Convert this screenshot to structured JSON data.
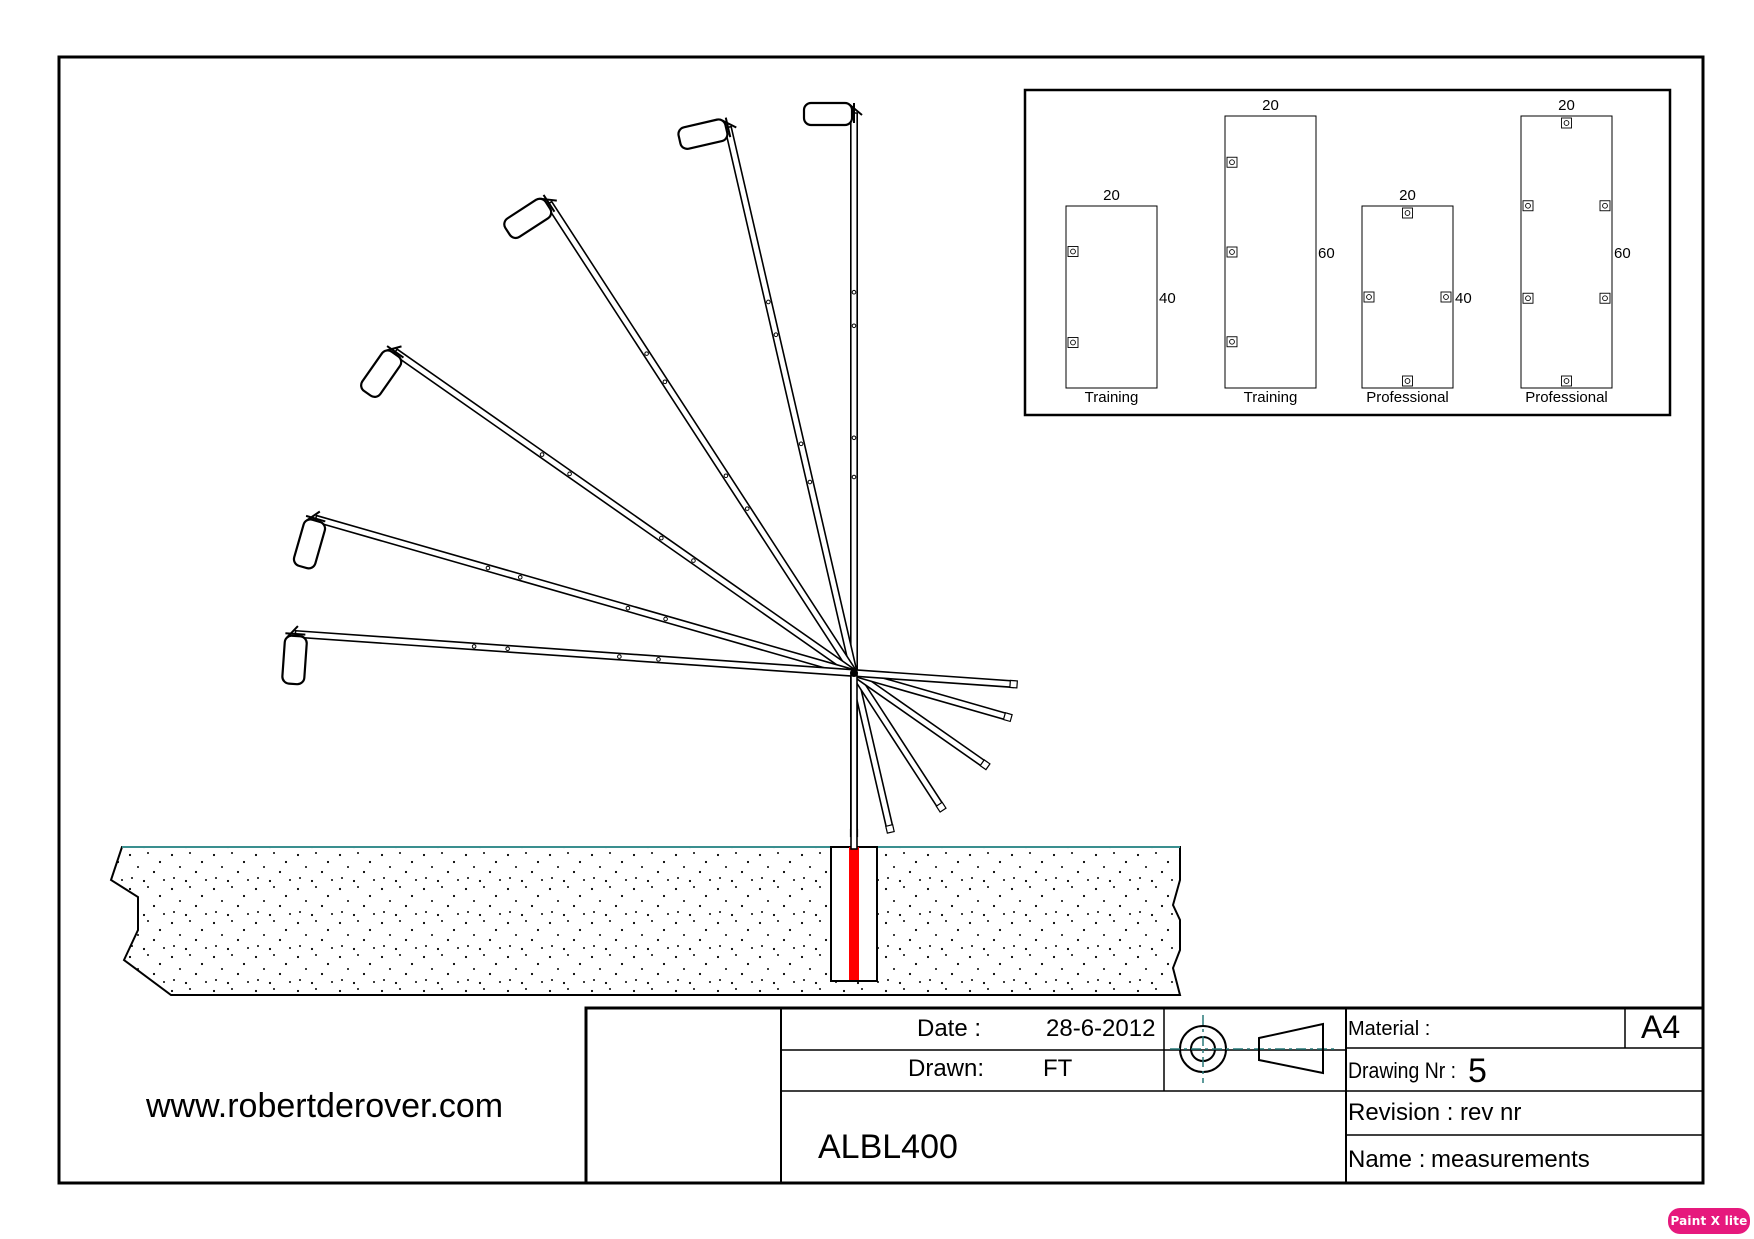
{
  "website": "www.robertderover.com",
  "title_block": {
    "date_label": "Date :",
    "date_value": "28-6-2012",
    "drawn_label": "Drawn:",
    "drawn_value": "FT",
    "material_label": "Material :",
    "paper_size": "A4",
    "drawing_nr_label": "Drawing Nr :",
    "drawing_nr_value": "5",
    "revision_label": "Revision :",
    "revision_value": "rev nr",
    "name_label": "Name :",
    "name_value": "measurements",
    "product_code": "ALBL400"
  },
  "panels": [
    {
      "width": "20",
      "height": "40",
      "label": "Training"
    },
    {
      "width": "20",
      "height": "60",
      "label": "Training"
    },
    {
      "width": "20",
      "height": "40",
      "label": "Professional"
    },
    {
      "width": "20",
      "height": "60",
      "label": "Professional"
    }
  ],
  "badge": "Paint X lite",
  "colors": {
    "line": "#000000",
    "post_in_ground": "#ff0000",
    "ground_line": "#3a8f8f"
  },
  "pole_positions_deg": [
    90,
    77,
    57,
    35,
    16,
    4
  ]
}
